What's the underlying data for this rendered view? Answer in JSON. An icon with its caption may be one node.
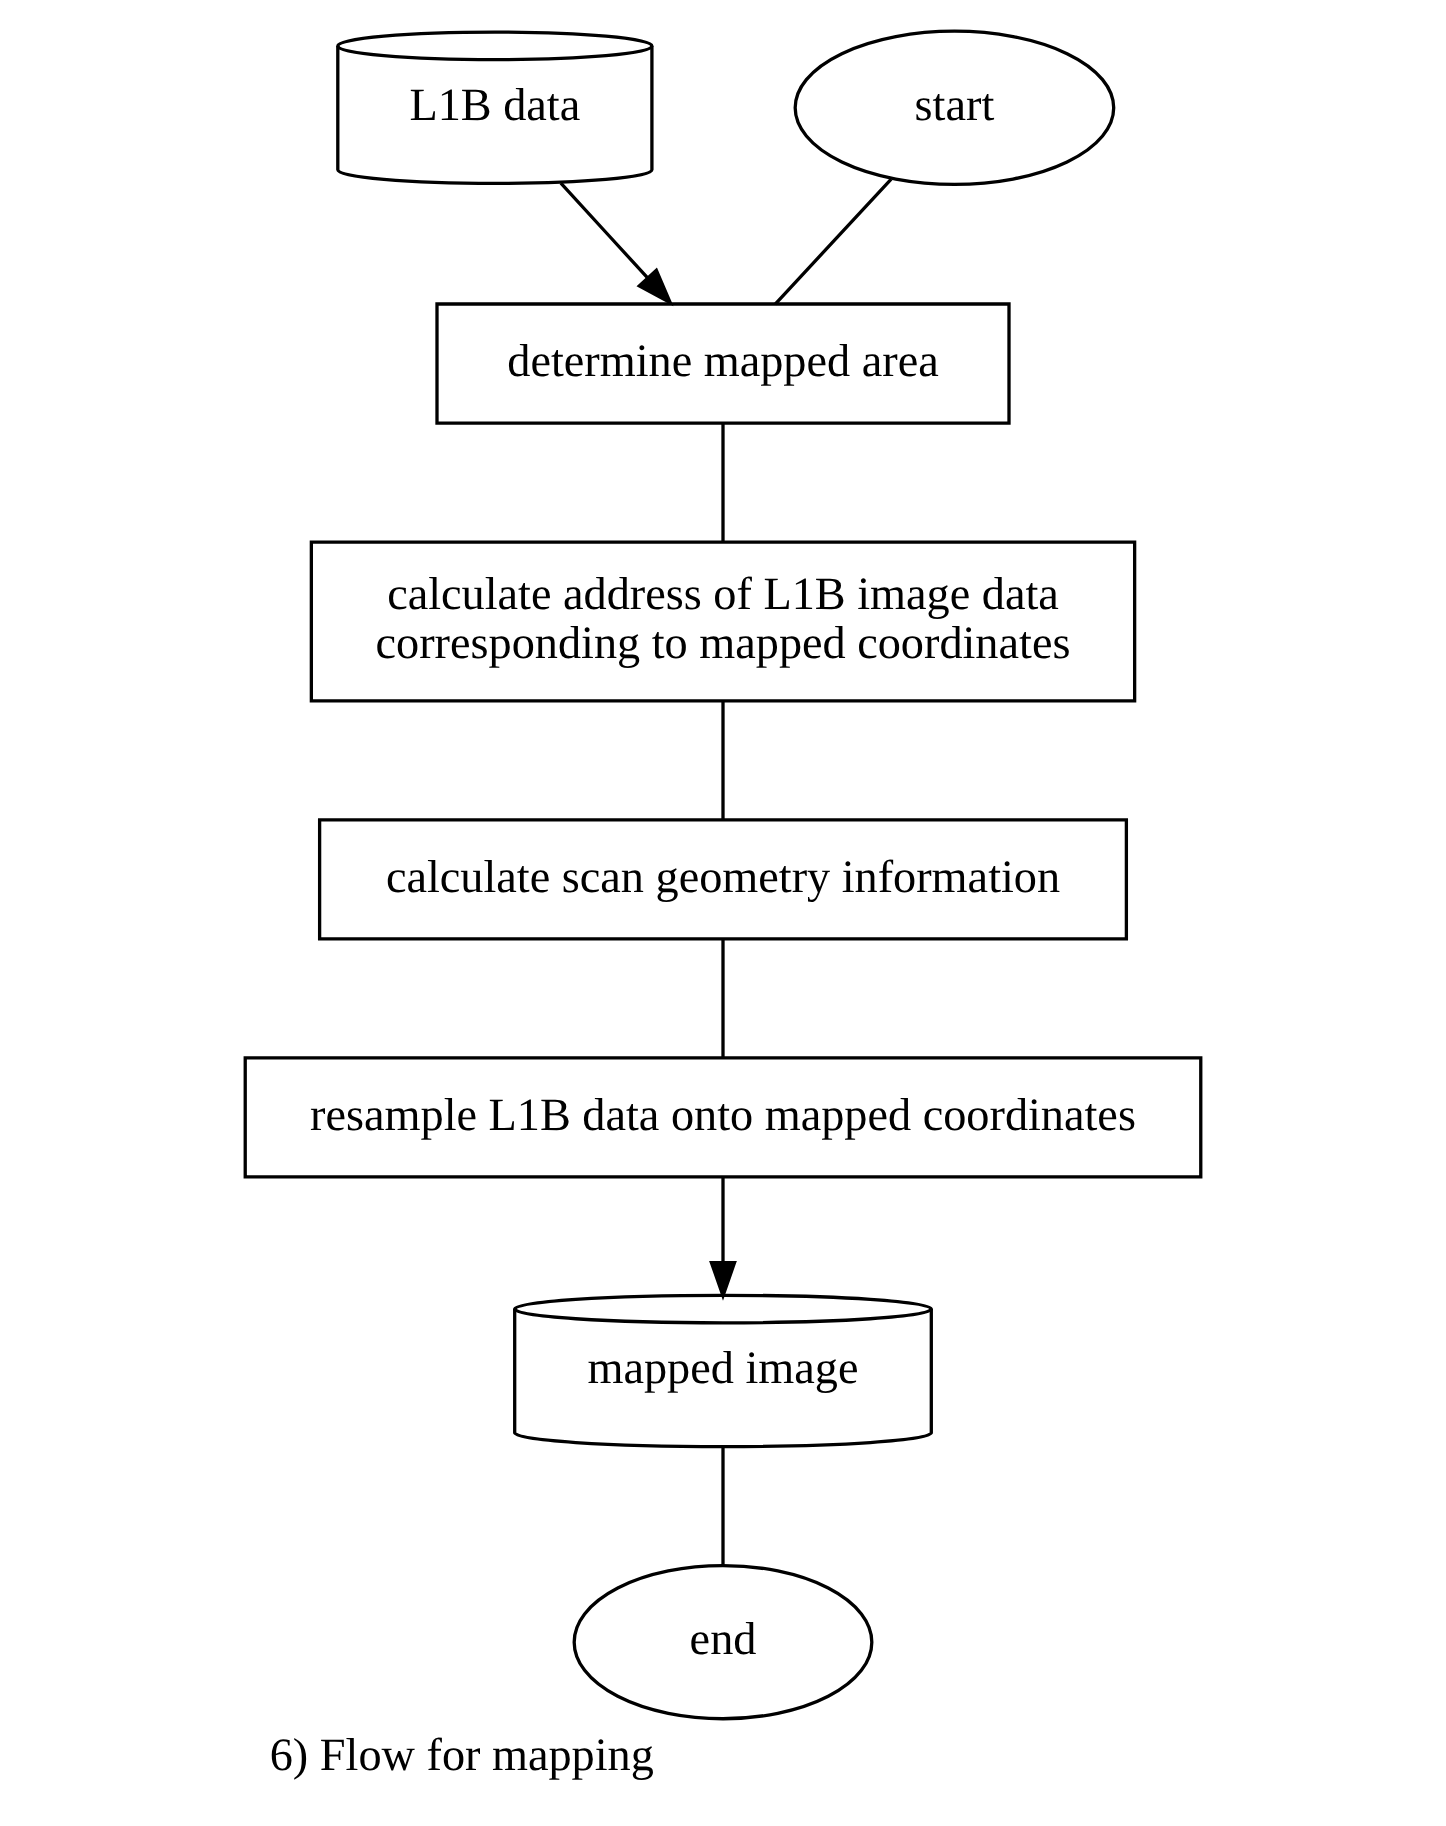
{
  "diagram": {
    "caption": "6) Flow for mapping",
    "nodes": [
      {
        "text": [
          "L1B data"
        ]
      },
      {
        "text": [
          "start"
        ]
      },
      {
        "text": [
          "determine mapped area"
        ]
      },
      {
        "text": [
          "calculate address of L1B image data corresponding to mapped coordinates"
        ]
      },
      {
        "text": [
          "calculate scan geometry information"
        ]
      },
      {
        "text": [
          "resample L1B data onto mapped coordinates"
        ]
      },
      {
        "text": [
          "mapped image"
        ]
      },
      {
        "text": [
          "end"
        ]
      }
    ],
    "edges": [
      {
        "from": 1,
        "to": 2,
        "arrow": "none"
      },
      {
        "from": 0,
        "to": 2,
        "arrow": "to"
      },
      {
        "from": 2,
        "to": 3,
        "arrow": "none"
      },
      {
        "from": 3,
        "to": 4,
        "arrow": "none"
      },
      {
        "from": 4,
        "to": 5,
        "arrow": "none"
      },
      {
        "from": 5,
        "to": 6,
        "arrow": "to"
      },
      {
        "from": 6,
        "to": 7,
        "arrow": "none"
      }
    ]
  }
}
